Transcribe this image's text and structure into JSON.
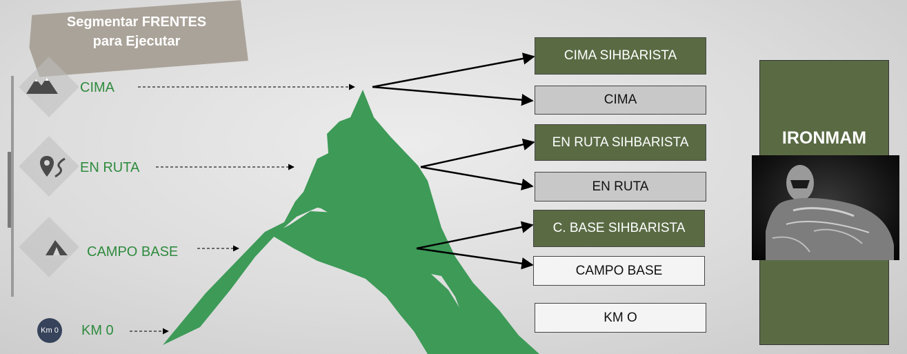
{
  "title": {
    "line1": "Segmentar FRENTES",
    "line2": "para Ejecutar"
  },
  "levels": [
    {
      "label": "CIMA",
      "icon": "mountain-icon"
    },
    {
      "label": "EN RUTA",
      "icon": "map-pin-route-icon"
    },
    {
      "label": "CAMPO BASE",
      "icon": "tent-icon"
    },
    {
      "label": "KM 0",
      "icon": "km0-badge-icon",
      "badge": "Km 0"
    }
  ],
  "boxes": [
    {
      "label": "CIMA SIHBARISTA",
      "style": "green"
    },
    {
      "label": "CIMA",
      "style": "grey"
    },
    {
      "label": "EN RUTA SIHBARISTA",
      "style": "green"
    },
    {
      "label": "EN RUTA",
      "style": "grey"
    },
    {
      "label": "C. BASE SIHBARISTA",
      "style": "green"
    },
    {
      "label": "CAMPO BASE",
      "style": "white"
    },
    {
      "label": "KM O",
      "style": "white"
    }
  ],
  "sidebar": {
    "title": "IRONMAM",
    "image": "ironman-figure"
  },
  "colors": {
    "mountain_green": "#3d9a57",
    "label_green": "#2e8b3e",
    "box_green": "#5a6b44",
    "box_grey": "#c8c8c8",
    "box_white": "#f4f4f4"
  }
}
